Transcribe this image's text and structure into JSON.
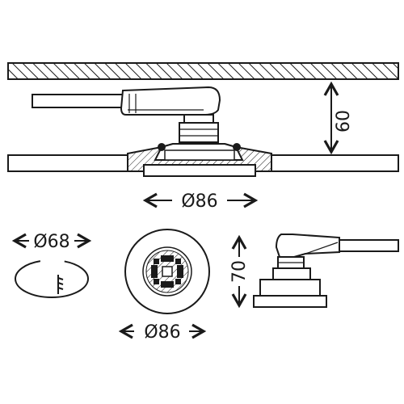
{
  "dimensions": {
    "height_mounted": "60",
    "hole_diameter": "Ø68",
    "flange_diameter_side": "Ø86",
    "flange_diameter_front": "Ø86",
    "height_unit": "70"
  },
  "colors": {
    "line": "#1a1a1a",
    "hatch_fill": "#d0d0d0",
    "background": "#ffffff"
  }
}
